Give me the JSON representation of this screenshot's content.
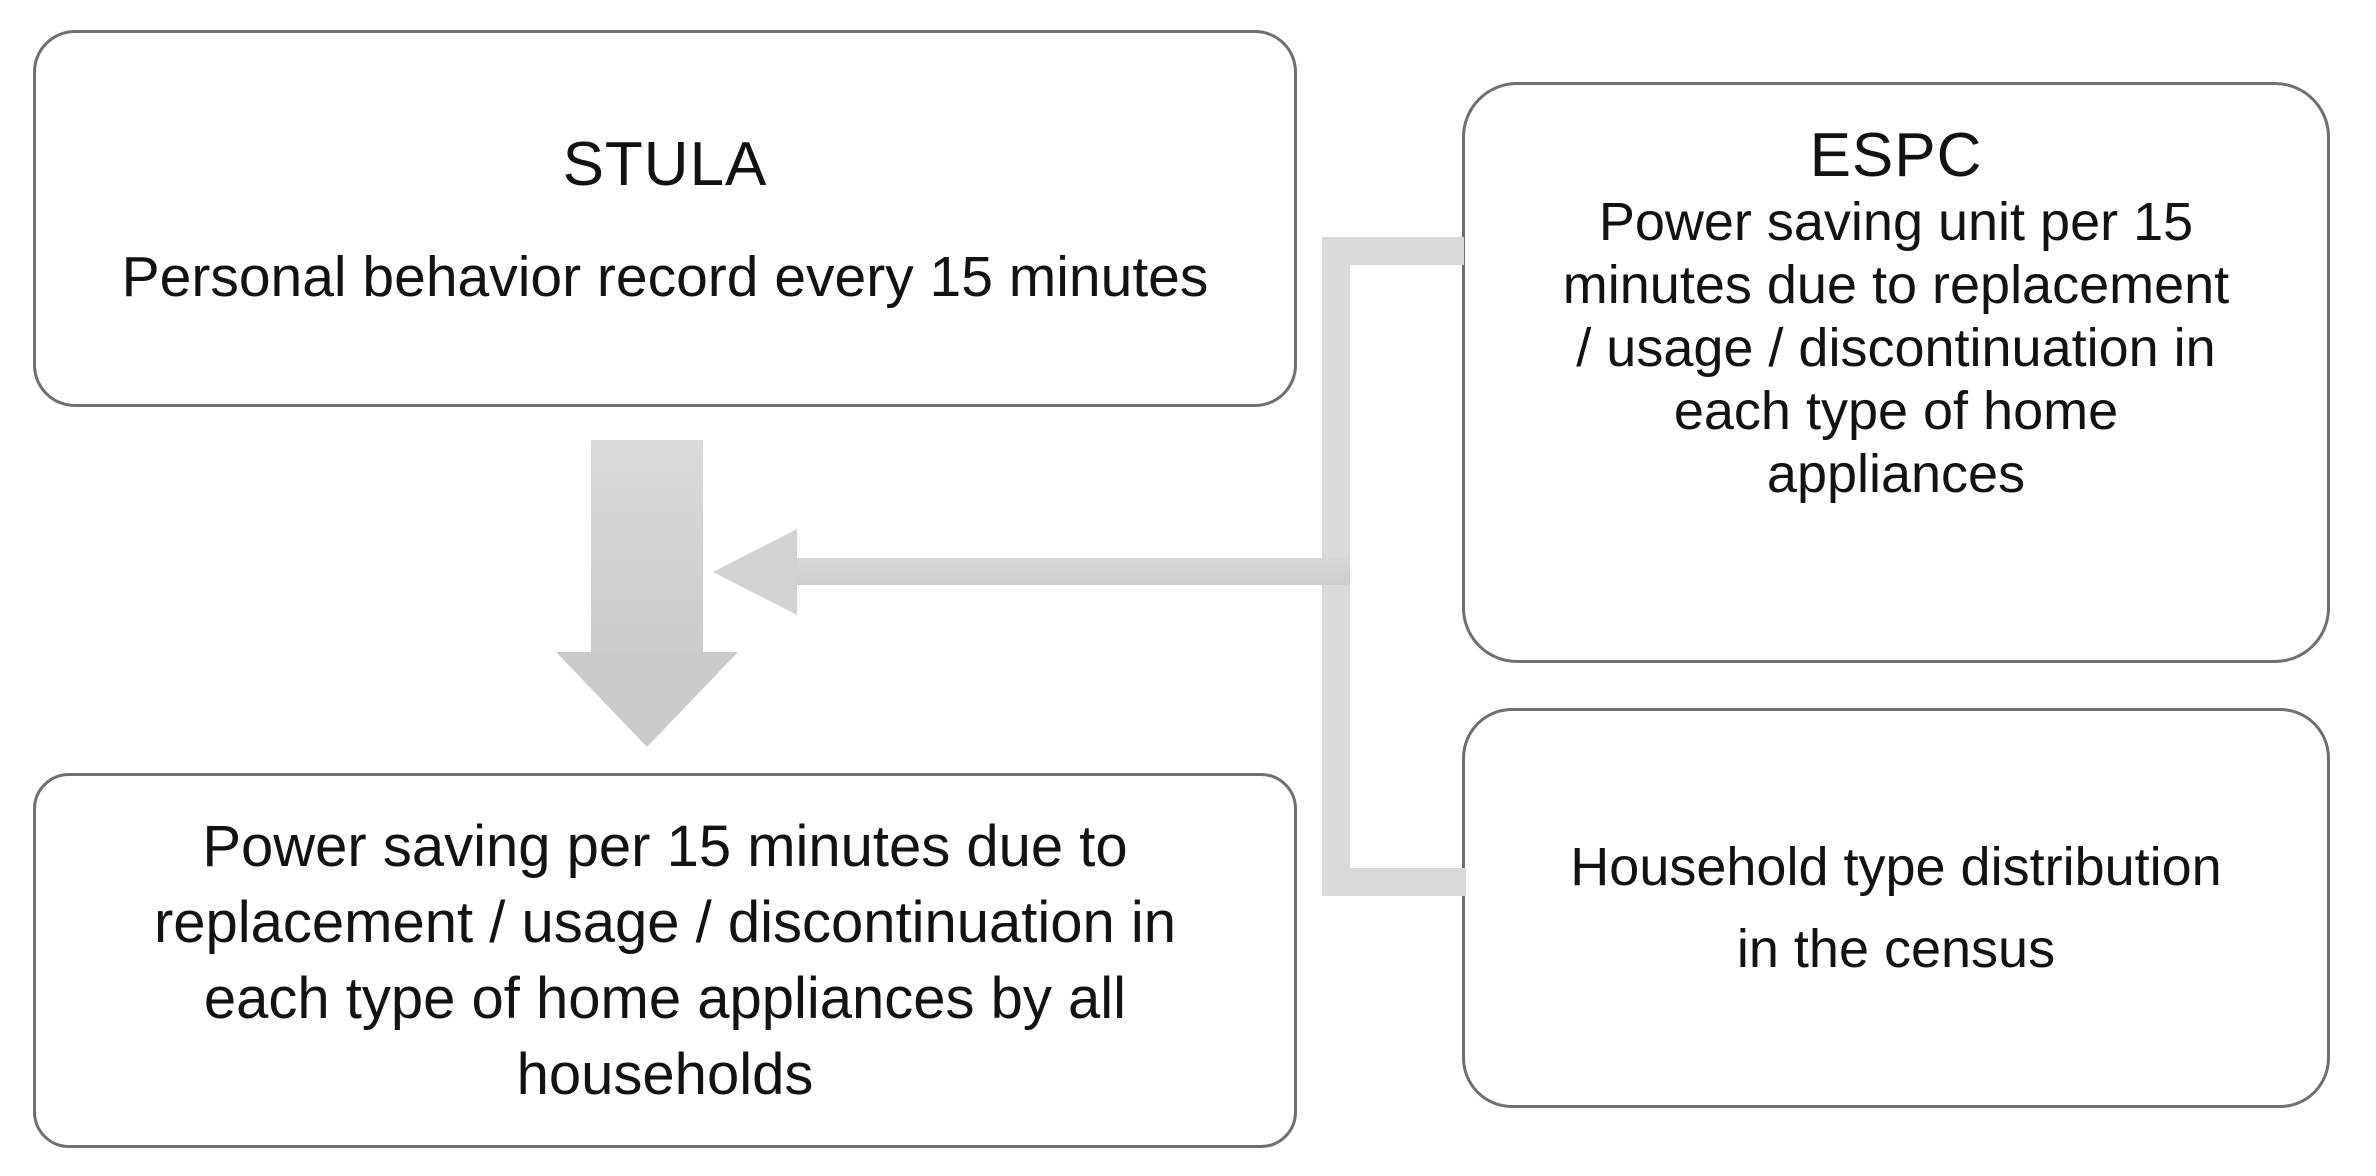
{
  "colors": {
    "background": "#ffffff",
    "box_fill": "#ffffff",
    "box_border": "#6f6f6f",
    "text": "#121212",
    "block_arrow_fill": "#d0d0d0",
    "connector_fill": "#d9d9d9"
  },
  "boxes": {
    "stula": {
      "title": "STULA",
      "body": "Personal behavior record every 15 minutes"
    },
    "espc": {
      "title": "ESPC",
      "lines": [
        "Power saving unit per 15",
        "minutes due to replacement",
        "/ usage / discontinuation in",
        "each type of home",
        "appliances"
      ]
    },
    "household": {
      "lines": [
        "Household type distribution",
        "in the census"
      ]
    },
    "result": {
      "lines": [
        "Power saving per 15 minutes due to",
        "replacement / usage / discontinuation in",
        "each type of home appliances by all",
        "households"
      ]
    }
  }
}
